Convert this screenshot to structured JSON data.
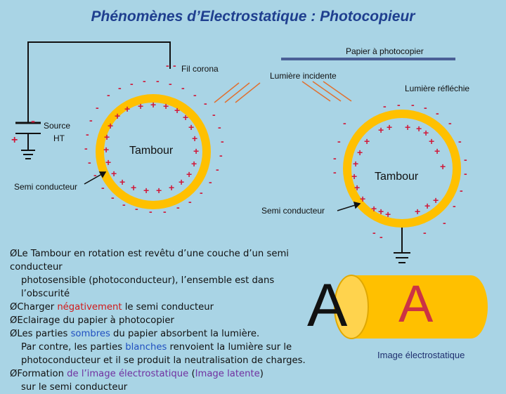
{
  "title": "Phénomènes d’Electrostatique : Photocopieur",
  "labels": {
    "paper": "Papier à photocopier",
    "fil_corona": "Fil corona",
    "incident": "Lumière incidente",
    "reflected": "Lumière réfléchie",
    "source": "Source",
    "ht": "HT",
    "semi_left": "Semi conducteur",
    "semi_right": "Semi conducteur",
    "drum_left": "Tambour",
    "drum_right": "Tambour",
    "image_label": "Image électrostatique",
    "big_a": "A",
    "drum_a": "A",
    "plus": "+",
    "minus": "-"
  },
  "bullets": {
    "b1_l1": "ØLe Tambour en rotation est revêtu d’une  couche d’un semi conducteur",
    "b1_l2": "photosensible (photoconducteur), l’ensemble est dans l’obscurité",
    "b2_pre": "ØCharger ",
    "b2_em": "négativement",
    "b2_post": " le semi conducteur",
    "b3": "ØEclairage du papier à photocopier",
    "b4_pre": "ØLes parties ",
    "b4_em": "sombres",
    "b4_post": " du papier absorbent la lumière.",
    "b5_pre": "Par contre, les parties ",
    "b5_em": "blanches",
    "b5_post": " renvoient la lumière sur le",
    "b6": "photoconducteur et il se produit la neutralisation de charges.",
    "b7_pre": "ØFormation ",
    "b7_em1": "de l’image électrostatique",
    "b7_mid": " (",
    "b7_em2": "Image latente",
    "b7_post": ")",
    "b8": "sur le semi conducteur"
  },
  "colors": {
    "background": "#a9d4e5",
    "drum_yellow": "#ffc000",
    "drum_inner": "#a9d4e5",
    "title_blue": "#1f3f8f",
    "highlight_red": "#d11a1a",
    "highlight_blue": "#2050c0",
    "highlight_purple": "#7030a0",
    "paper_bar": "#4a5f96",
    "light_ray": "#e07030"
  },
  "icons": [
    "battery-symbol",
    "ground-symbol",
    "light-ray-arrow",
    "cylinder-drum"
  ]
}
